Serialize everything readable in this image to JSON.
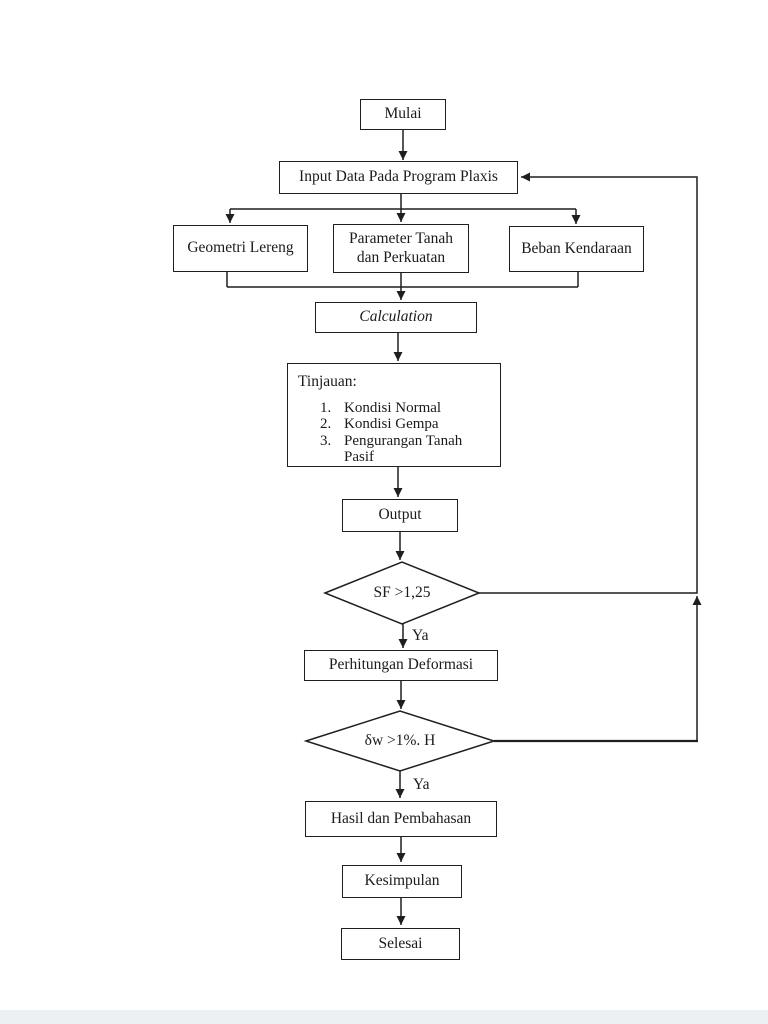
{
  "page": {
    "background": "#ffffff",
    "line_color": "#1f1f1f",
    "edge_color": "#edf0f3"
  },
  "diagram": {
    "nodes": {
      "mulai": {
        "label": "Mulai"
      },
      "input": {
        "label": "Input Data Pada Program Plaxis"
      },
      "geometri": {
        "label": "Geometri Lereng"
      },
      "parameter": {
        "label": "Parameter Tanah dan Perkuatan"
      },
      "beban": {
        "label": "Beban Kendaraan"
      },
      "calculation": {
        "label": "Calculation"
      },
      "tinjauan": {
        "title": "Tinjauan:",
        "items": [
          {
            "num": "1.",
            "text": "Kondisi Normal"
          },
          {
            "num": "2.",
            "text": "Kondisi Gempa"
          },
          {
            "num": "3.",
            "text": "Pengurangan Tanah Pasif"
          }
        ]
      },
      "output": {
        "label": "Output"
      },
      "sf_decision": {
        "label": "SF >1,25"
      },
      "perhitungan": {
        "label": "Perhitungan Deformasi"
      },
      "dw_decision": {
        "label": "δw >1%. H"
      },
      "hasil": {
        "label": "Hasil dan Pembahasan"
      },
      "kesimpulan": {
        "label": "Kesimpulan"
      },
      "selesai": {
        "label": "Selesai"
      }
    },
    "edge_labels": {
      "ya1": "Ya",
      "ya2": "Ya"
    }
  }
}
